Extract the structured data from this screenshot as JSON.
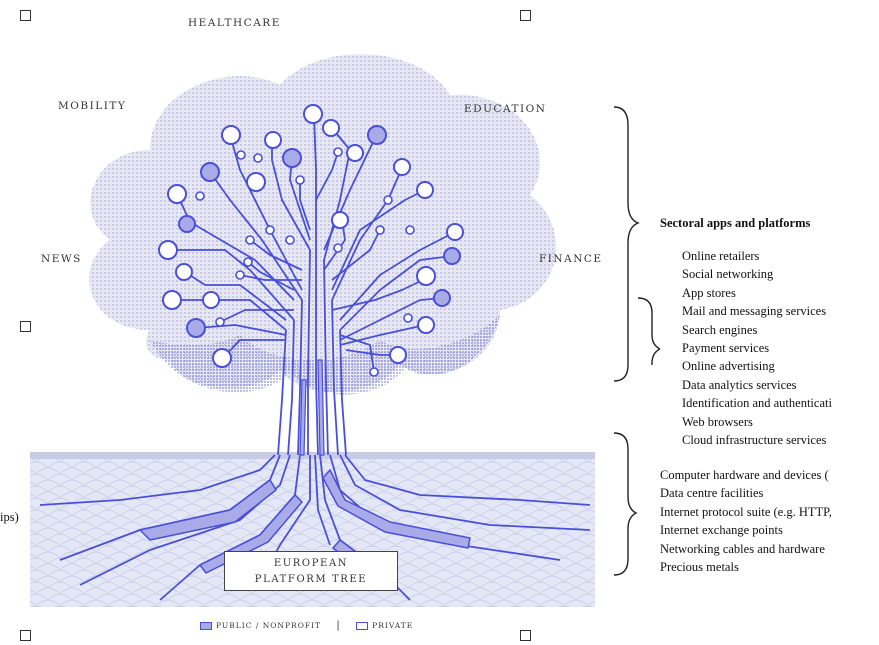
{
  "sectors": {
    "healthcare": "HEALTHCARE",
    "mobility": "MOBILITY",
    "education": "EDUCATION",
    "news": "NEWS",
    "finance": "FINANCE"
  },
  "platform_box": {
    "line1": "EUROPEAN",
    "line2": "PLATFORM TREE"
  },
  "legend": {
    "public": "PUBLIC / NONPROFIT",
    "separator": "|",
    "private": "PRIVATE"
  },
  "left_cut_label": "ips)",
  "side": {
    "sectoral_heading": "Sectoral apps and platforms",
    "middle_items": [
      "Online retailers",
      "Social networking",
      "App stores",
      "Mail and messaging services",
      "Search engines",
      "Payment services",
      "Online advertising",
      "Data analytics services",
      "Identification and authenticati",
      "Web browsers",
      "Cloud infrastructure services"
    ],
    "bottom_items": [
      "Computer hardware and devices (",
      "Data centre facilities",
      "Internet protocol suite (e.g. HTTP,",
      "Internet exchange points",
      "Networking cables and hardware",
      "Precious metals"
    ]
  },
  "colors": {
    "tree_blue": "#4a4fd8",
    "fill_light": "#a9abe8",
    "foliage": "#d7d9ee",
    "ground": "#e3e6f4"
  }
}
